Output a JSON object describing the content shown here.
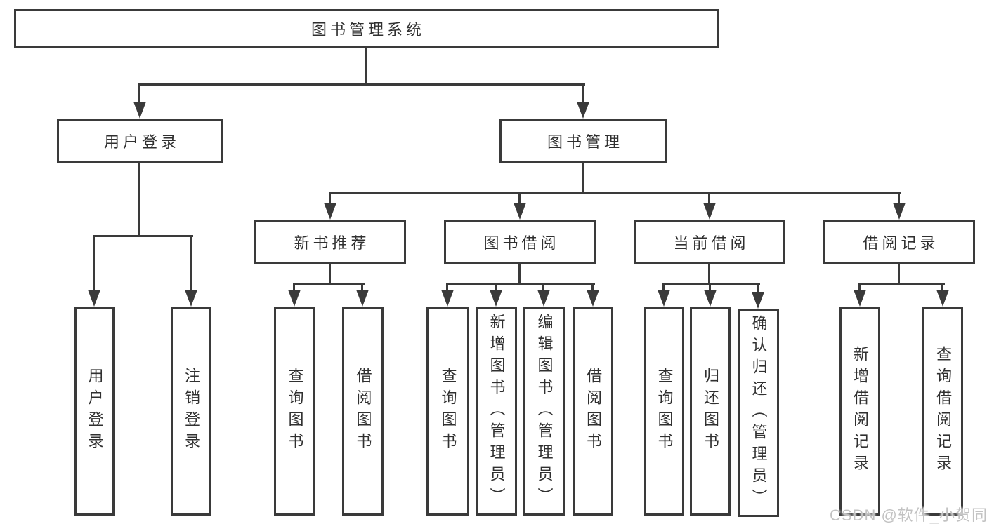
{
  "diagram_title": "图书管理系统",
  "tree": {
    "root": "图书管理系统",
    "branches": [
      {
        "label": "用户登录",
        "children": [
          {
            "label": "用户登录"
          },
          {
            "label": "注销登录"
          }
        ]
      },
      {
        "label": "图书管理",
        "groups": [
          {
            "label": "新书推荐",
            "children": [
              {
                "label": "查询图书"
              },
              {
                "label": "借阅图书"
              }
            ]
          },
          {
            "label": "图书借阅",
            "children": [
              {
                "label": "查询图书"
              },
              {
                "label": "新增图书（管理员）"
              },
              {
                "label": "编辑图书（管理员）"
              },
              {
                "label": "借阅图书"
              }
            ]
          },
          {
            "label": "当前借阅",
            "children": [
              {
                "label": "查询图书"
              },
              {
                "label": "归还图书"
              },
              {
                "label": "确认归还（管理员）"
              }
            ]
          },
          {
            "label": "借阅记录",
            "children": [
              {
                "label": "新增借阅记录"
              },
              {
                "label": "查询借阅记录"
              }
            ]
          }
        ]
      }
    ]
  },
  "watermark": "CSDN @软件_小贺同学",
  "colors": {
    "background": "#ffffff",
    "line": "#3a3a3a",
    "box_border": "#3a3a3a",
    "text": "#303030",
    "watermark": "#c2c2c2"
  }
}
